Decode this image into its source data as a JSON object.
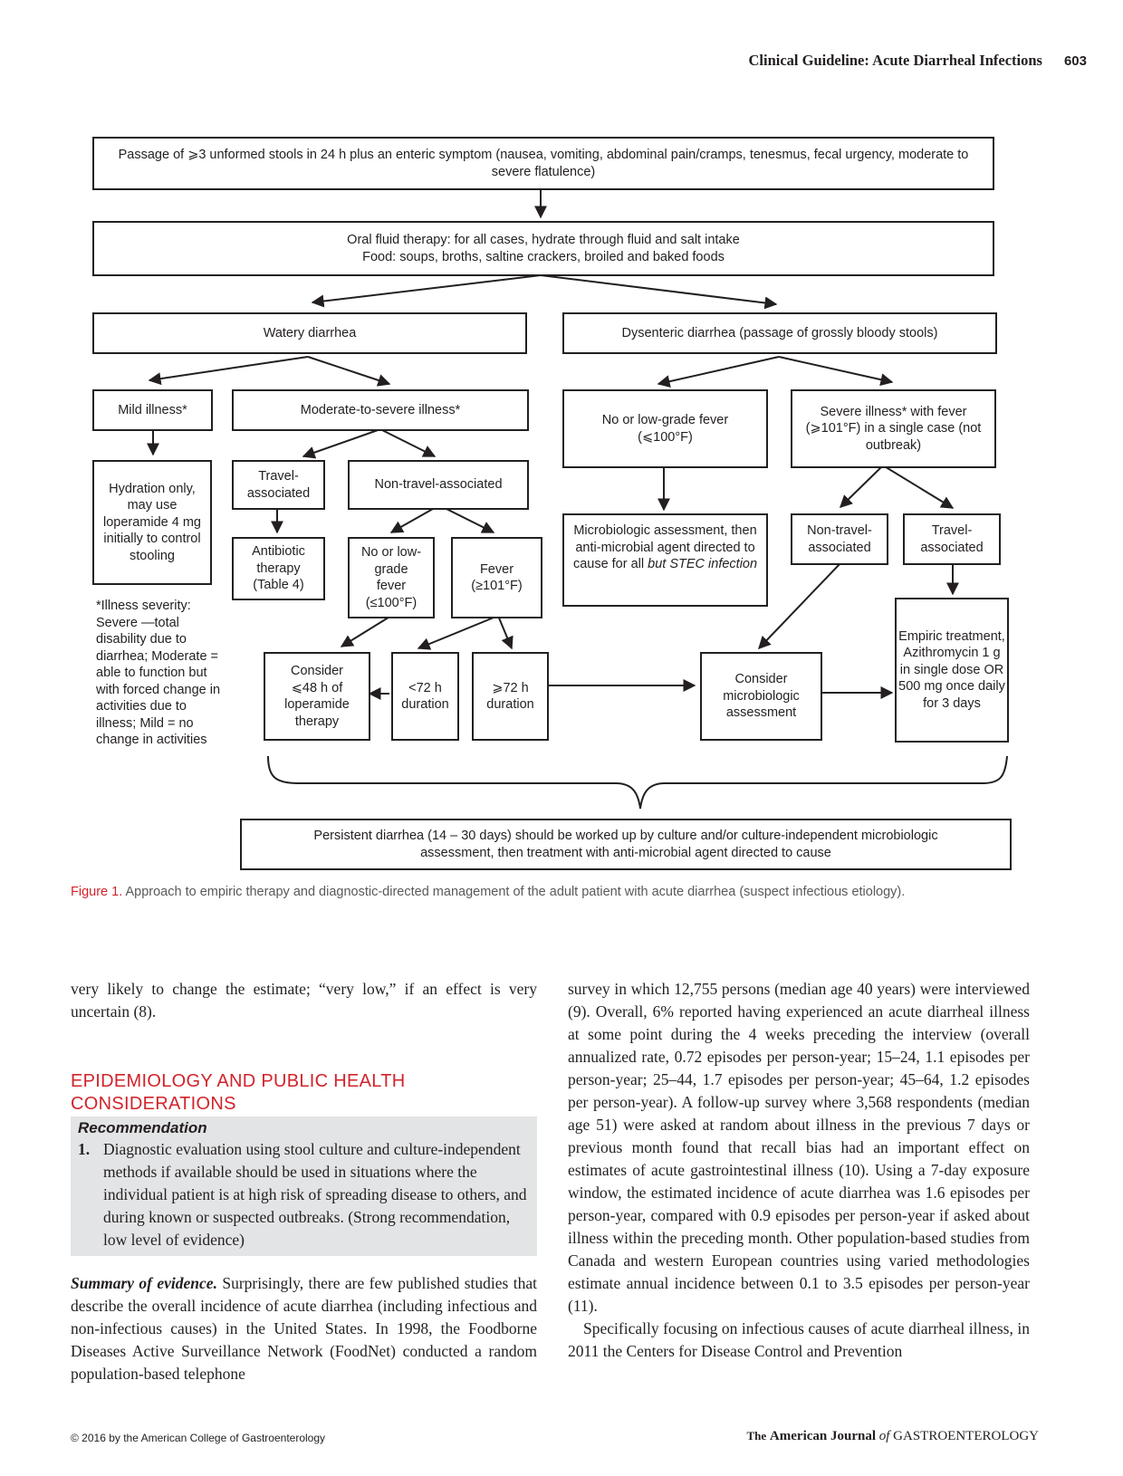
{
  "header": {
    "title": "Clinical Guideline: Acute Diarrheal Infections",
    "page": "603"
  },
  "flow": {
    "b1": "Passage of ⩾3 unformed stools in 24 h plus an enteric symptom (nausea, vomiting, abdominal pain/cramps, tenesmus, fecal urgency, moderate to severe flatulence)",
    "b2_line1": "Oral fluid therapy: for all cases, hydrate through fluid and salt intake",
    "b2_line2": "Food: soups, broths, saltine crackers, broiled and baked foods",
    "watery": "Watery diarrhea",
    "dysenteric": "Dysenteric diarrhea (passage of grossly bloody stools)",
    "mild": "Mild illness*",
    "moderate": "Moderate-to-severe illness*",
    "nolow_dys": "No or low-grade fever (⩽100°F)",
    "severe": "Severe illness* with fever (⩾101°F) in a single case (not outbreak)",
    "hydration": "Hydration only, may use loperamide 4 mg initially to control stooling",
    "travel_assoc": "Travel-associated",
    "nontravel_assoc": "Non-travel-associated",
    "micro_a": "Microbiologic assessment, then anti-microbial agent directed to cause for all",
    "micro_b": "but STEC infection",
    "nontravel_sev": "Non-travel-associated",
    "travel_sev": "Travel-associated",
    "antibiotic": "Antibiotic therapy (Table 4)",
    "nolow_fever": "No or low-grade fever (≤100°F)",
    "fever": "Fever (≥101°F)",
    "empiric": "Empiric treatment, Azithromycin 1 g in single dose OR 500 mg once daily for 3 days",
    "consider_lop": "Consider ⩽48 h of loperamide therapy",
    "lt72": "<72 h duration",
    "ge72": "⩾72 h duration",
    "consider_micro": "Consider microbiologic assessment",
    "severity_note": "*Illness severity: Severe —total disability due to diarrhea; Moderate = able to function but with forced change in activities due to illness; Mild = no change in activities",
    "persistent": "Persistent diarrhea (14 – 30 days) should be worked up by culture and/or culture-independent microbiologic assessment, then treatment with anti-microbial agent directed to cause"
  },
  "caption": {
    "label": "Figure 1.",
    "text": "Approach to empiric therapy and diagnostic-directed management of the adult patient with acute diarrhea (suspect infectious etiology)."
  },
  "left_col": {
    "p1": "very likely to change the estimate; “very low,” if an effect is very uncertain (8).",
    "section_title": "EPIDEMIOLOGY AND PUBLIC HEALTH CONSIDERATIONS",
    "rec_title": "Recommendation",
    "rec_num": "1.",
    "rec_text": "Diagnostic evaluation using stool culture and culture-independent methods if available should be used in situations where the individual patient is at high risk of spreading disease to others, and during known or suspected outbreaks. (Strong recommendation, low level of evidence)",
    "summary_lead": "Summary of evidence.",
    "summary_text": "Surprisingly, there are few published studies that describe the overall incidence of acute diarrhea (including infectious and non-infectious causes) in the United States. In 1998, the Foodborne Diseases Active Surveillance Network (FoodNet) conducted a random population-based telephone"
  },
  "right_col": {
    "p1": "survey in which 12,755 persons (median age 40 years) were interviewed (9). Overall, 6% reported having experienced an acute diarrheal illness at some point during the 4 weeks preceding the interview (overall annualized rate, 0.72 episodes per person-year; 15–24, 1.1 episodes per person-year; 25–44, 1.7 episodes per person-year; 45–64, 1.2 episodes per person-year). A follow-up survey where 3,568 respondents (median age 51) were asked at random about illness in the previous 7 days or previous month found that recall bias had an important effect on estimates of acute gastrointestinal illness (10). Using a 7-day exposure window, the estimated incidence of acute diarrhea was 1.6 episodes per person-year, compared with 0.9 episodes per person-year if asked about illness within the preceding month. Other population-based studies from Canada and western European countries using varied methodologies estimate annual incidence between 0.1 to 3.5 episodes per person-year (11).",
    "p2": "Specifically focusing on infectious causes of acute diarrheal illness, in 2011 the Centers for Disease Control and Prevention"
  },
  "footer": {
    "copyright": "© 2016 by the American College of Gastroenterology",
    "journal_the": "The",
    "journal_mid": "American Journal",
    "journal_of": "of",
    "journal_end": "GASTROENTEROLOGY"
  }
}
